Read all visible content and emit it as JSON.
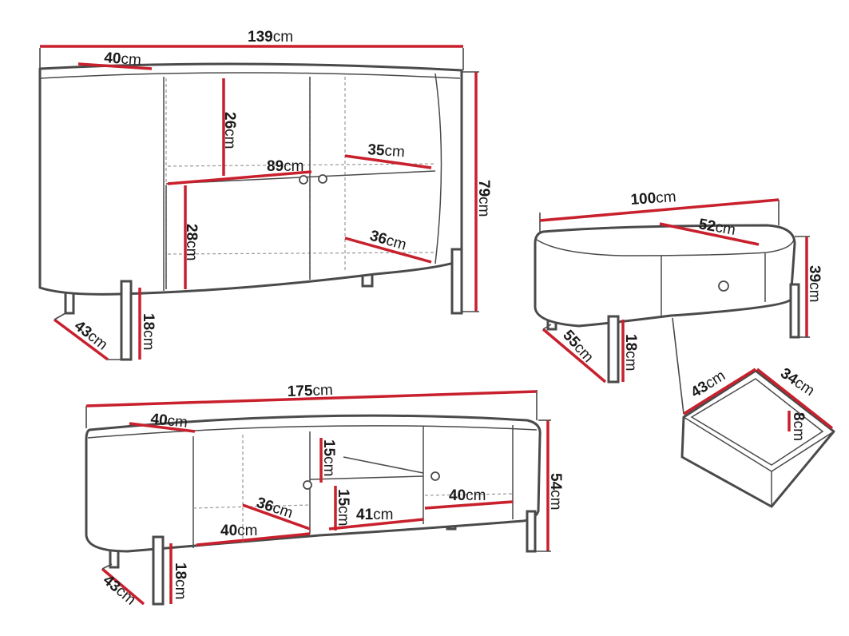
{
  "unit": "cm",
  "sideboard": {
    "width": "139",
    "depth_top": "40",
    "height": "79",
    "shelf_upper_height": "26",
    "shelf_upper_depth": "35",
    "shelf_inner_width": "89",
    "shelf_lower_height": "28",
    "shelf_lower_depth": "36",
    "depth_base": "43",
    "leg_height": "18"
  },
  "coffee_table": {
    "width": "100",
    "drawer_width": "52",
    "height": "39",
    "depth": "55",
    "leg_height": "18"
  },
  "drawer": {
    "depth": "43",
    "width": "34",
    "height": "8"
  },
  "tv_stand": {
    "width": "175",
    "depth_top": "40",
    "compartment_height_upper": "15",
    "compartment_height_lower": "15",
    "shelf_depth": "36",
    "bottom_width_left": "40",
    "middle_width": "41",
    "right_width": "40",
    "height": "54",
    "depth_base": "43",
    "leg_height": "18"
  }
}
